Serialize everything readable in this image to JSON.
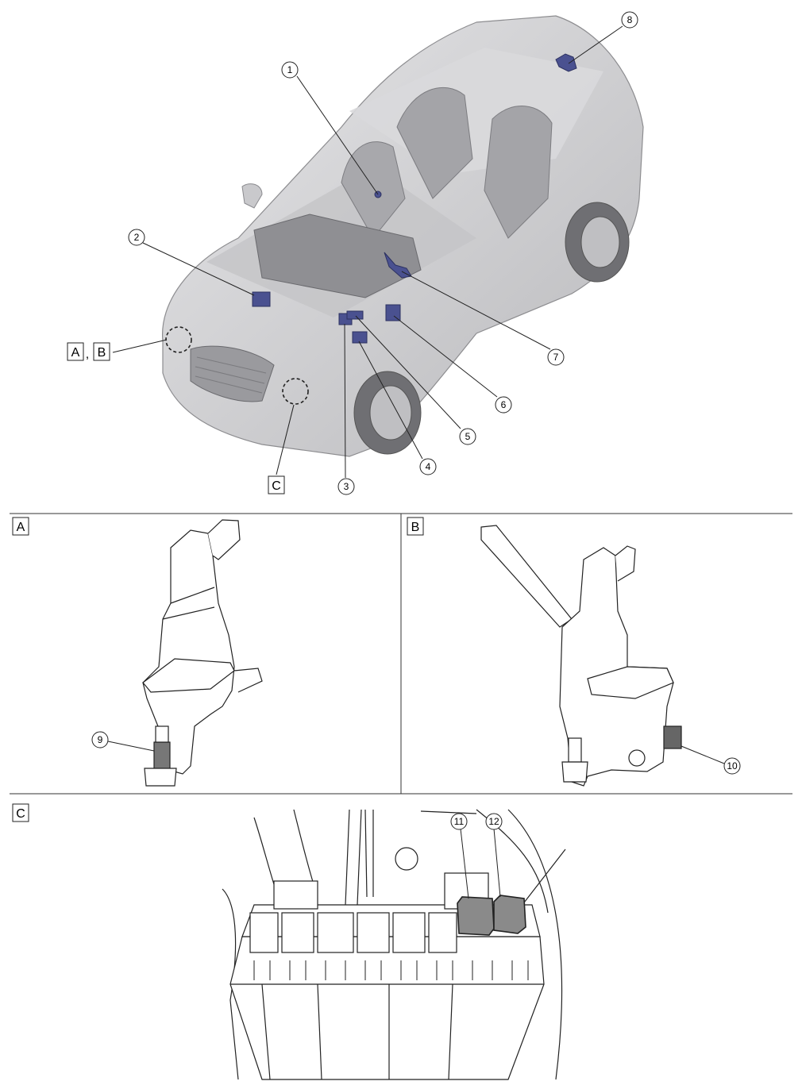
{
  "overview": {
    "callouts": [
      "1",
      "2",
      "3",
      "4",
      "5",
      "6",
      "7",
      "8"
    ],
    "view_refs": {
      "a": "A",
      "separator": ",",
      "b": "B",
      "c": "C"
    }
  },
  "panel_a": {
    "label": "A",
    "callout": "9"
  },
  "panel_b": {
    "label": "B",
    "callout": "10"
  },
  "panel_c": {
    "label": "C",
    "callouts": [
      "11",
      "12"
    ]
  },
  "colors": {
    "component_highlight": "#4a5190",
    "relay_highlight": "#8a8a8a",
    "body_gray": "#cfcfd1"
  }
}
